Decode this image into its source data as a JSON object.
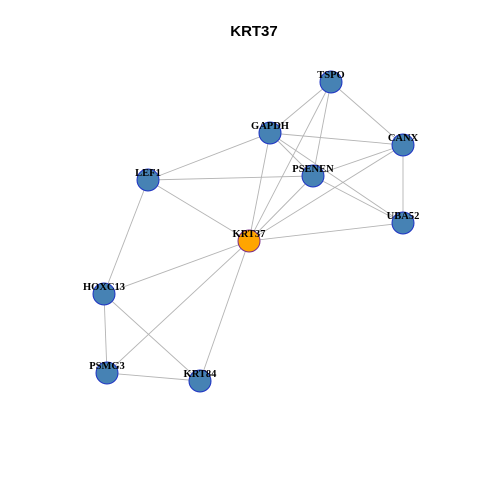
{
  "title": "KRT37",
  "colors": {
    "node_fill": "#4682B4",
    "node_stroke": "#1F33C4",
    "focus_fill": "#FFA500",
    "focus_stroke": "#7A2E8A",
    "edge": "#B4B4B4",
    "background": "#FFFFFF"
  },
  "nodes": [
    {
      "id": "TSPO",
      "label": "TSPO",
      "focus": false
    },
    {
      "id": "GAPDH",
      "label": "GAPDH",
      "focus": false
    },
    {
      "id": "CANX",
      "label": "CANX",
      "focus": false
    },
    {
      "id": "PSENEN",
      "label": "PSENEN",
      "focus": false
    },
    {
      "id": "LEF1",
      "label": "LEF1",
      "focus": false
    },
    {
      "id": "UBA52",
      "label": "UBA52",
      "focus": false
    },
    {
      "id": "KRT37",
      "label": "KRT37",
      "focus": true
    },
    {
      "id": "HOXC13",
      "label": "HOXC13",
      "focus": false
    },
    {
      "id": "PSMG3",
      "label": "PSMG3",
      "focus": false
    },
    {
      "id": "KRT84",
      "label": "KRT84",
      "focus": false
    }
  ],
  "edges": [
    [
      "TSPO",
      "GAPDH"
    ],
    [
      "TSPO",
      "CANX"
    ],
    [
      "TSPO",
      "PSENEN"
    ],
    [
      "TSPO",
      "KRT37"
    ],
    [
      "GAPDH",
      "CANX"
    ],
    [
      "GAPDH",
      "LEF1"
    ],
    [
      "GAPDH",
      "PSENEN"
    ],
    [
      "GAPDH",
      "UBA52"
    ],
    [
      "GAPDH",
      "KRT37"
    ],
    [
      "CANX",
      "PSENEN"
    ],
    [
      "CANX",
      "UBA52"
    ],
    [
      "CANX",
      "KRT37"
    ],
    [
      "LEF1",
      "PSENEN"
    ],
    [
      "LEF1",
      "KRT37"
    ],
    [
      "LEF1",
      "HOXC13"
    ],
    [
      "PSENEN",
      "UBA52"
    ],
    [
      "PSENEN",
      "KRT37"
    ],
    [
      "UBA52",
      "KRT37"
    ],
    [
      "KRT37",
      "HOXC13"
    ],
    [
      "KRT37",
      "PSMG3"
    ],
    [
      "KRT37",
      "KRT84"
    ],
    [
      "HOXC13",
      "PSMG3"
    ],
    [
      "HOXC13",
      "KRT84"
    ],
    [
      "PSMG3",
      "KRT84"
    ]
  ]
}
